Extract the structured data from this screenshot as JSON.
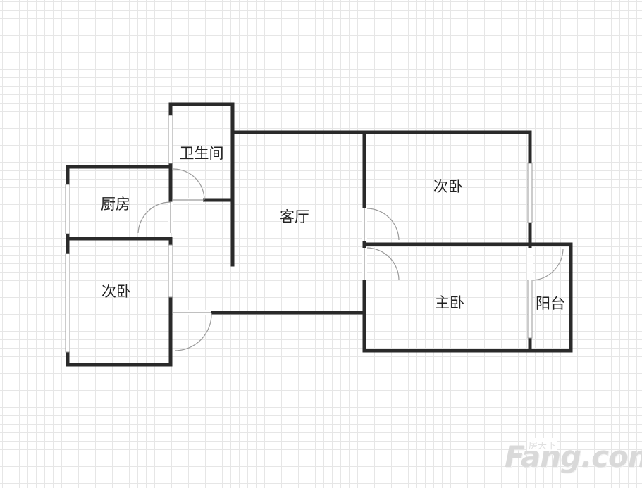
{
  "rooms": {
    "bathroom": "卫生间",
    "kitchen": "厨房",
    "living_room": "客厅",
    "bedroom_top_right": "次卧",
    "bedroom_left": "次卧",
    "master_bedroom": "主卧",
    "balcony": "阳台"
  },
  "watermark": {
    "brand": "Fang.com",
    "brand_cn": "房天下"
  },
  "colors": {
    "wall": "#2a2a2a",
    "grid": "#e6e6e6",
    "watermark": "#d9d9d9"
  }
}
